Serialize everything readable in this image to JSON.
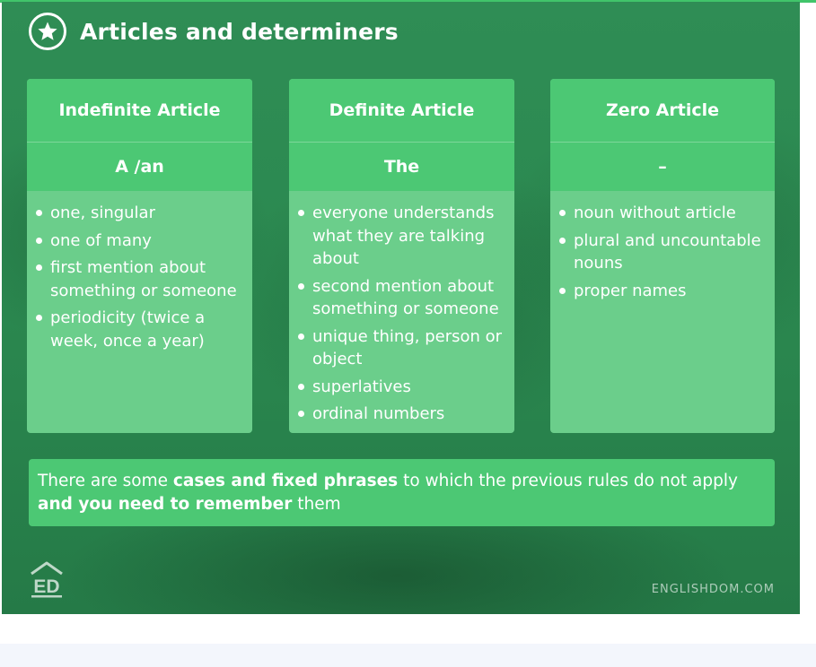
{
  "title": "Articles and determiners",
  "columns": [
    {
      "header": "Indefinite Article",
      "sub": "A /an",
      "items": [
        "one, singular",
        "one of many",
        "first mention about something or someone",
        "periodicity (twice a week, once a year)"
      ]
    },
    {
      "header": "Definite Article",
      "sub": "The",
      "items": [
        "everyone understands what they are talking about",
        "second mention about something or someone",
        "unique thing, person or object",
        "superlatives",
        "ordinal numbers"
      ]
    },
    {
      "header": "Zero Article",
      "sub": "–",
      "items": [
        "noun without article",
        "plural and uncountable nouns",
        "proper names"
      ]
    }
  ],
  "note": {
    "part1": "There are some ",
    "bold1": "cases and fixed phrases",
    "part2": " to which the previous rules do not apply ",
    "bold2": "and you need to remember",
    "part3": " them"
  },
  "brand": {
    "logo_text": "ED",
    "site": "ENGLISHDOM.COM"
  },
  "colors": {
    "background": "#2b8950",
    "card_header": "#4cc874",
    "card_body": "#6bce8b",
    "text": "#ffffff"
  },
  "icons": {
    "title_icon": "star-icon",
    "logo_icon": "house-icon"
  }
}
